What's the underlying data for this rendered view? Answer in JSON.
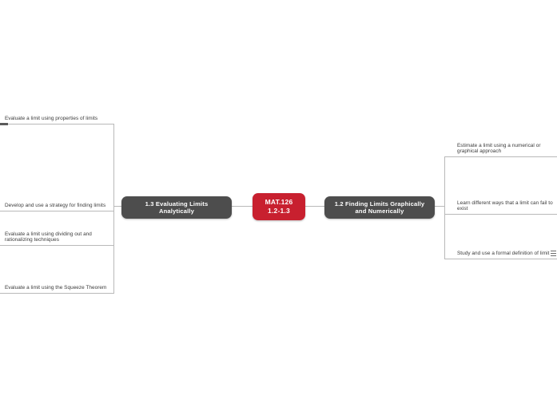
{
  "mindmap": {
    "root": {
      "label": "MAT.126\n1.2-1.3",
      "color": "#c8202f",
      "text_color": "#ffffff"
    },
    "branches": [
      {
        "id": "branch-left",
        "label": "1.3 Evaluating Limits\nAnalytically",
        "side": "left",
        "color": "#4d4d4d",
        "leaves": [
          {
            "label": "Evaluate a limit using properties of limits"
          },
          {
            "label": "Develop and use a strategy for finding limits"
          },
          {
            "label": "Evaluate a limit using dividing out and\nrationalizing techniques"
          },
          {
            "label": "Evaluate a limit using the Squeeze Theorem"
          }
        ]
      },
      {
        "id": "branch-right",
        "label": "1.2 Finding Limits Graphically\nand Numerically",
        "side": "right",
        "color": "#4d4d4d",
        "leaves": [
          {
            "label": "Estimate a limit using a numerical or\ngraphical approach"
          },
          {
            "label": "Learn different ways that a limit can fail to\nexist"
          },
          {
            "label": "Study and use a formal definition of limit",
            "icon": "hamburger-menu-icon"
          }
        ]
      }
    ],
    "connector_color": "#b9b9b9",
    "background": "#ffffff"
  }
}
